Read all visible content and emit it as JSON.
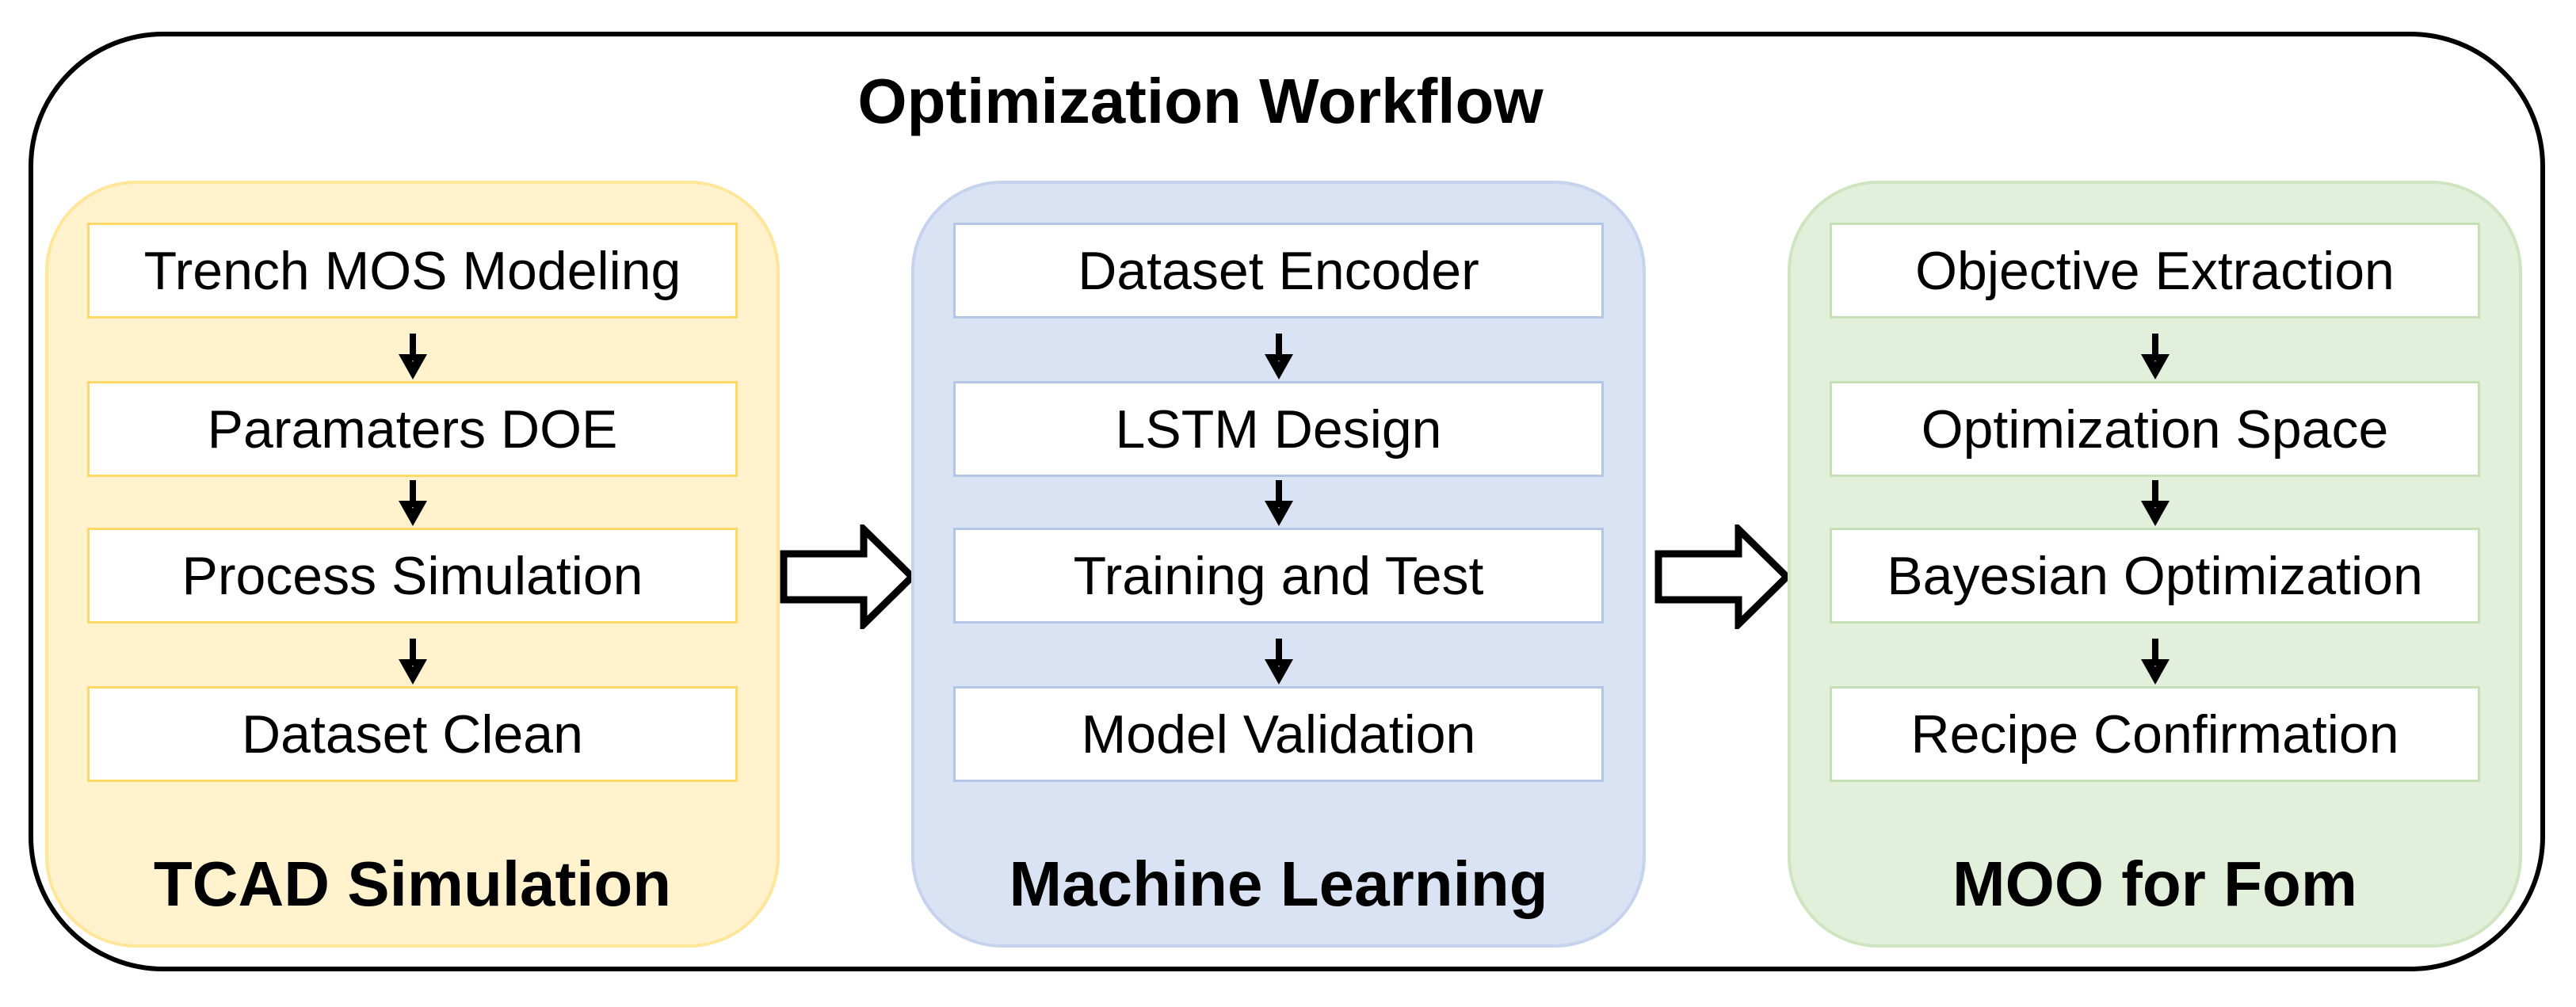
{
  "title": "Optimization Workflow",
  "palette": {
    "background": "#FFFFFF",
    "outline": "#000000",
    "text": "#000000",
    "block_arrow_fill": "#FFFFFF",
    "block_arrow_stroke": "#000000"
  },
  "columns": [
    {
      "label": "TCAD Simulation",
      "colors": {
        "bg": "#FFF2CC",
        "box_border": "#FFD966",
        "panel_border": "#FFE699"
      },
      "steps": [
        "Trench MOS Modeling",
        "Paramaters DOE",
        "Process Simulation",
        "Dataset Clean"
      ]
    },
    {
      "label": "Machine Learning",
      "colors": {
        "bg": "#DAE3F3",
        "box_border": "#B4C6E7",
        "panel_border": "#C6D3EE"
      },
      "steps": [
        "Dataset Encoder",
        "LSTM Design",
        "Training and Test",
        "Model Validation"
      ]
    },
    {
      "label": "MOO for Fom",
      "colors": {
        "bg": "#E2EFDA",
        "box_border": "#C5E0B4",
        "panel_border": "#CFE5C2"
      },
      "steps": [
        "Objective Extraction",
        "Optimization Space",
        "Bayesian Optimization",
        "Recipe Confirmation"
      ]
    }
  ]
}
